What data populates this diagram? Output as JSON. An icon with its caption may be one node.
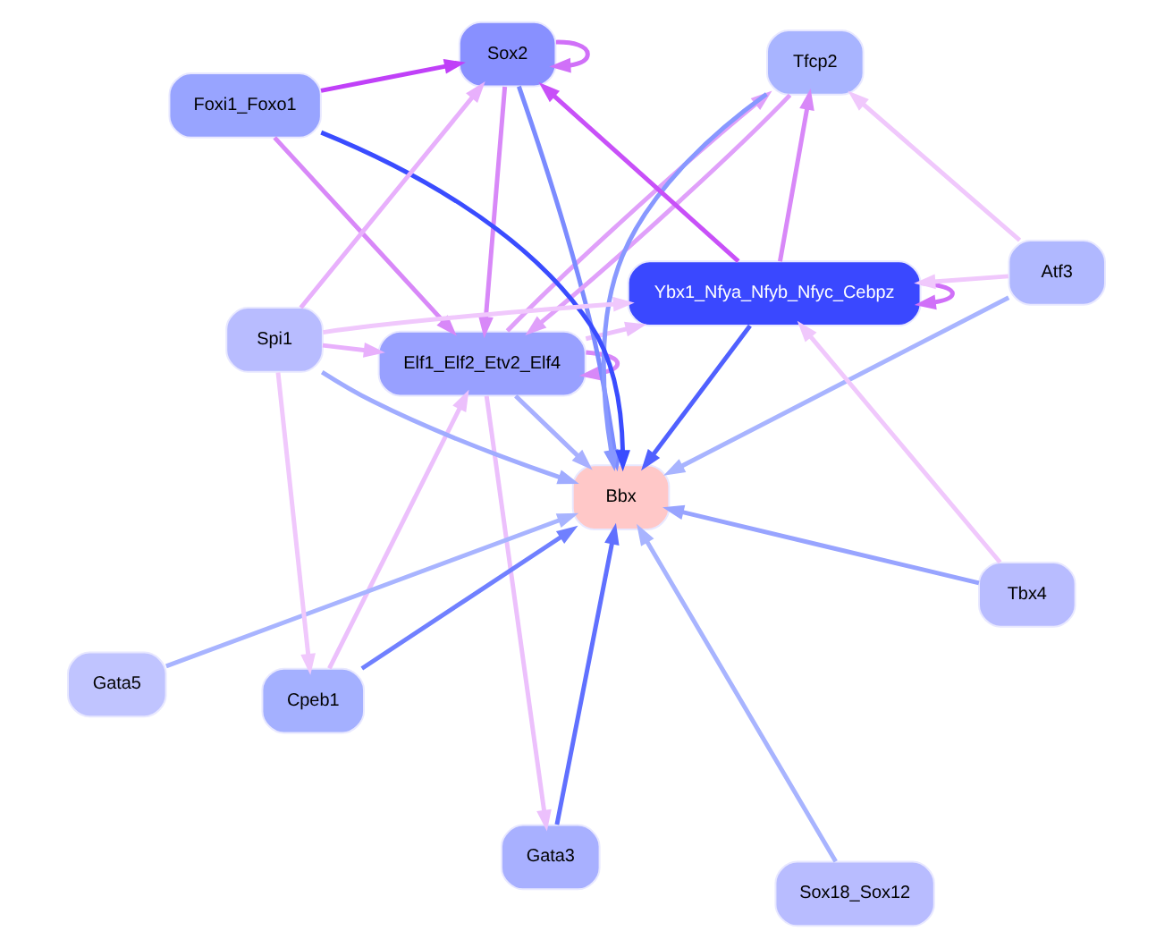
{
  "diagram": {
    "nodes": [
      {
        "text": [
          "Elf1_Elf2_Etv2_Elf4"
        ]
      },
      {
        "text": [
          "Sox2"
        ]
      },
      {
        "text": [
          "Gata3"
        ]
      },
      {
        "text": [
          "Tfcp2"
        ]
      },
      {
        "text": [
          "Foxi1_Foxo1"
        ]
      },
      {
        "text": [
          "Ybx1_Nfya_Nfyb_Nfyc_Cebpz"
        ]
      },
      {
        "text": [
          "Bbx"
        ]
      },
      {
        "text": [
          "Cpeb1"
        ]
      },
      {
        "text": [
          "Gata5"
        ]
      },
      {
        "text": [
          "Atf3"
        ]
      },
      {
        "text": [
          "Sox18_Sox12"
        ]
      },
      {
        "text": [
          "Spi1"
        ]
      },
      {
        "text": [
          "Tbx4"
        ]
      }
    ],
    "edges": [
      {
        "from": 0,
        "to": 6,
        "arrow": "to",
        "color": "#a8b0ff"
      },
      {
        "from": 1,
        "to": 6,
        "arrow": "to",
        "color": "#7b8bff"
      },
      {
        "from": 2,
        "to": 6,
        "arrow": "to",
        "color": "#6070ff"
      },
      {
        "from": 3,
        "to": 6,
        "arrow": "to",
        "color": "#8898ff"
      },
      {
        "from": 4,
        "to": 6,
        "arrow": "to",
        "color": "#3a4cff"
      },
      {
        "from": 5,
        "to": 6,
        "arrow": "to",
        "color": "#5060ff"
      },
      {
        "from": 7,
        "to": 6,
        "arrow": "to",
        "color": "#7080ff"
      },
      {
        "from": 8,
        "to": 6,
        "arrow": "to",
        "color": "#a8b4ff"
      },
      {
        "from": 9,
        "to": 6,
        "arrow": "to",
        "color": "#a8b4ff"
      },
      {
        "from": 10,
        "to": 6,
        "arrow": "to",
        "color": "#a8b4ff"
      },
      {
        "from": 11,
        "to": 6,
        "arrow": "to",
        "color": "#a0acff"
      },
      {
        "from": 12,
        "to": 6,
        "arrow": "to",
        "color": "#98a4ff"
      },
      {
        "from": 0,
        "to": 0,
        "arrow": "to",
        "color": "#d888f8"
      },
      {
        "from": 1,
        "to": 0,
        "arrow": "to",
        "color": "#d888f8"
      },
      {
        "from": 1,
        "to": 1,
        "arrow": "to",
        "color": "#d070f8"
      },
      {
        "from": 0,
        "to": 2,
        "arrow": "to",
        "color": "#ecc0fc"
      },
      {
        "from": 0,
        "to": 3,
        "arrow": "to",
        "color": "#e0a0fa"
      },
      {
        "from": 3,
        "to": 0,
        "arrow": "to",
        "color": "#e0a0fa"
      },
      {
        "from": 0,
        "to": 5,
        "arrow": "to",
        "color": "#ecc0fc"
      },
      {
        "from": 4,
        "to": 0,
        "arrow": "to",
        "color": "#d888f8"
      },
      {
        "from": 4,
        "to": 1,
        "arrow": "to",
        "color": "#c040f8"
      },
      {
        "from": 7,
        "to": 0,
        "arrow": "to",
        "color": "#ecc0fc"
      },
      {
        "from": 11,
        "to": 0,
        "arrow": "to",
        "color": "#e8b0fc"
      },
      {
        "from": 11,
        "to": 1,
        "arrow": "to",
        "color": "#e8b0fc"
      },
      {
        "from": 11,
        "to": 7,
        "arrow": "to",
        "color": "#f0c8fc"
      },
      {
        "from": 11,
        "to": 5,
        "arrow": "to",
        "color": "#f0c8fc"
      },
      {
        "from": 9,
        "to": 3,
        "arrow": "to",
        "color": "#f0c8fc"
      },
      {
        "from": 9,
        "to": 5,
        "arrow": "to",
        "color": "#f0c8fc"
      },
      {
        "from": 5,
        "to": 1,
        "arrow": "to",
        "color": "#c850f8"
      },
      {
        "from": 5,
        "to": 3,
        "arrow": "to",
        "color": "#d888f8"
      },
      {
        "from": 5,
        "to": 5,
        "arrow": "to",
        "color": "#d070f8"
      },
      {
        "from": 12,
        "to": 5,
        "arrow": "to",
        "color": "#f0c8fc"
      }
    ]
  }
}
